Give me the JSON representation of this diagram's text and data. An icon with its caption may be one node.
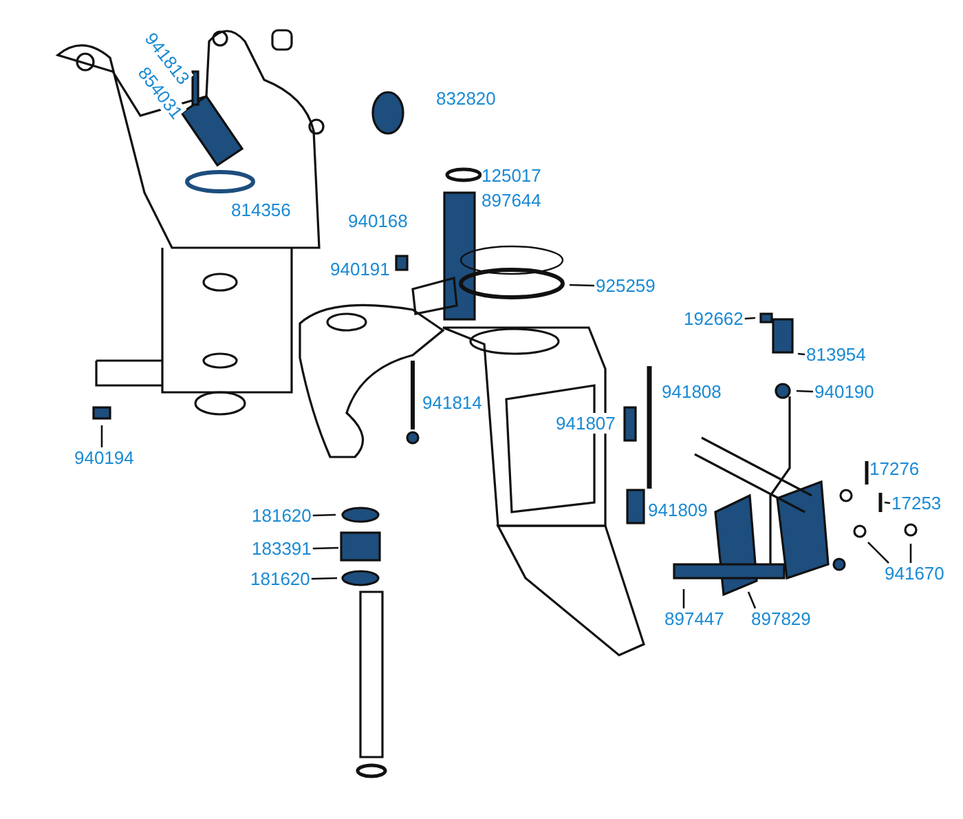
{
  "diagram": {
    "nodes": [
      {
        "text": [
          "925259"
        ]
      },
      {
        "text": [
          "192662"
        ]
      },
      {
        "text": [
          "813954"
        ]
      },
      {
        "text": [
          "940190"
        ]
      },
      {
        "text": [
          "940194"
        ]
      },
      {
        "text": [
          "181620"
        ]
      },
      {
        "text": [
          "183391"
        ]
      },
      {
        "text": [
          "181620"
        ]
      },
      {
        "text": [
          "17253"
        ]
      },
      {
        "text": [
          "941670"
        ]
      },
      {
        "text": [
          "897447"
        ]
      },
      {
        "text": [
          "897829"
        ]
      }
    ],
    "edges": [
      {
        "from": 0,
        "to": null,
        "arrow": "none"
      },
      {
        "from": 1,
        "to": null,
        "arrow": "none"
      },
      {
        "from": 2,
        "to": null,
        "arrow": "none"
      },
      {
        "from": 3,
        "to": null,
        "arrow": "none"
      },
      {
        "from": 4,
        "to": null,
        "arrow": "none"
      },
      {
        "from": 5,
        "to": null,
        "arrow": "none"
      },
      {
        "from": 6,
        "to": null,
        "arrow": "none"
      },
      {
        "from": 7,
        "to": null,
        "arrow": "none"
      },
      {
        "from": 8,
        "to": null,
        "arrow": "none"
      },
      {
        "from": 9,
        "to": null,
        "arrow": "none"
      },
      {
        "from": 9,
        "to": null,
        "arrow": "none"
      },
      {
        "from": 10,
        "to": null,
        "arrow": "none"
      },
      {
        "from": 11,
        "to": null,
        "arrow": "none"
      }
    ],
    "labels": [
      "941813",
      "854031",
      "832820",
      "814356",
      "125017",
      "897644",
      "940168",
      "940191",
      "941814",
      "941807",
      "941808",
      "941809",
      "17276"
    ]
  }
}
